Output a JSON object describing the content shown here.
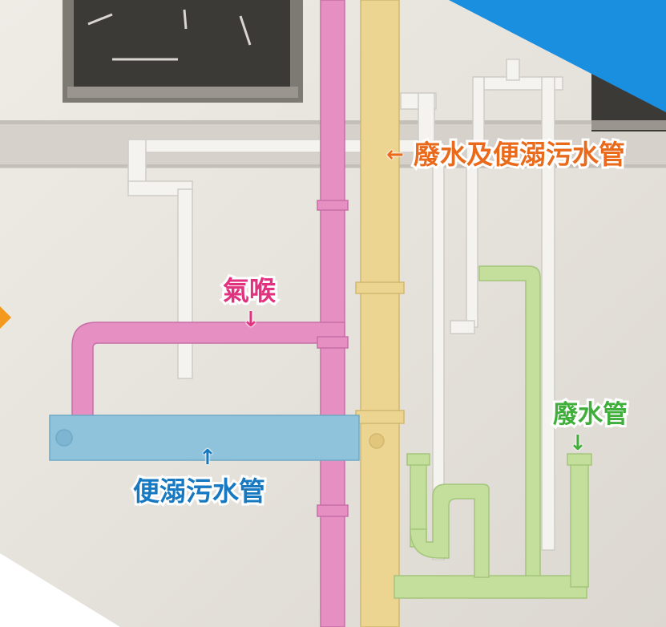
{
  "labels": {
    "combined_pipe": "廢水及便溺污水管",
    "vent_pipe": "氣喉",
    "soil_pipe": "便溺污水管",
    "waste_pipe": "廢水管"
  },
  "arrows": {
    "combined_pipe": "←",
    "vent_pipe": "↓",
    "soil_pipe": "↑",
    "waste_pipe": "↓"
  },
  "colors": {
    "combined_pipe": "#ea6a1c",
    "vent_pipe": "#e0327f",
    "soil_pipe": "#1679c2",
    "waste_pipe": "#3fae3a",
    "corner_accent": "#1a8fe0"
  }
}
